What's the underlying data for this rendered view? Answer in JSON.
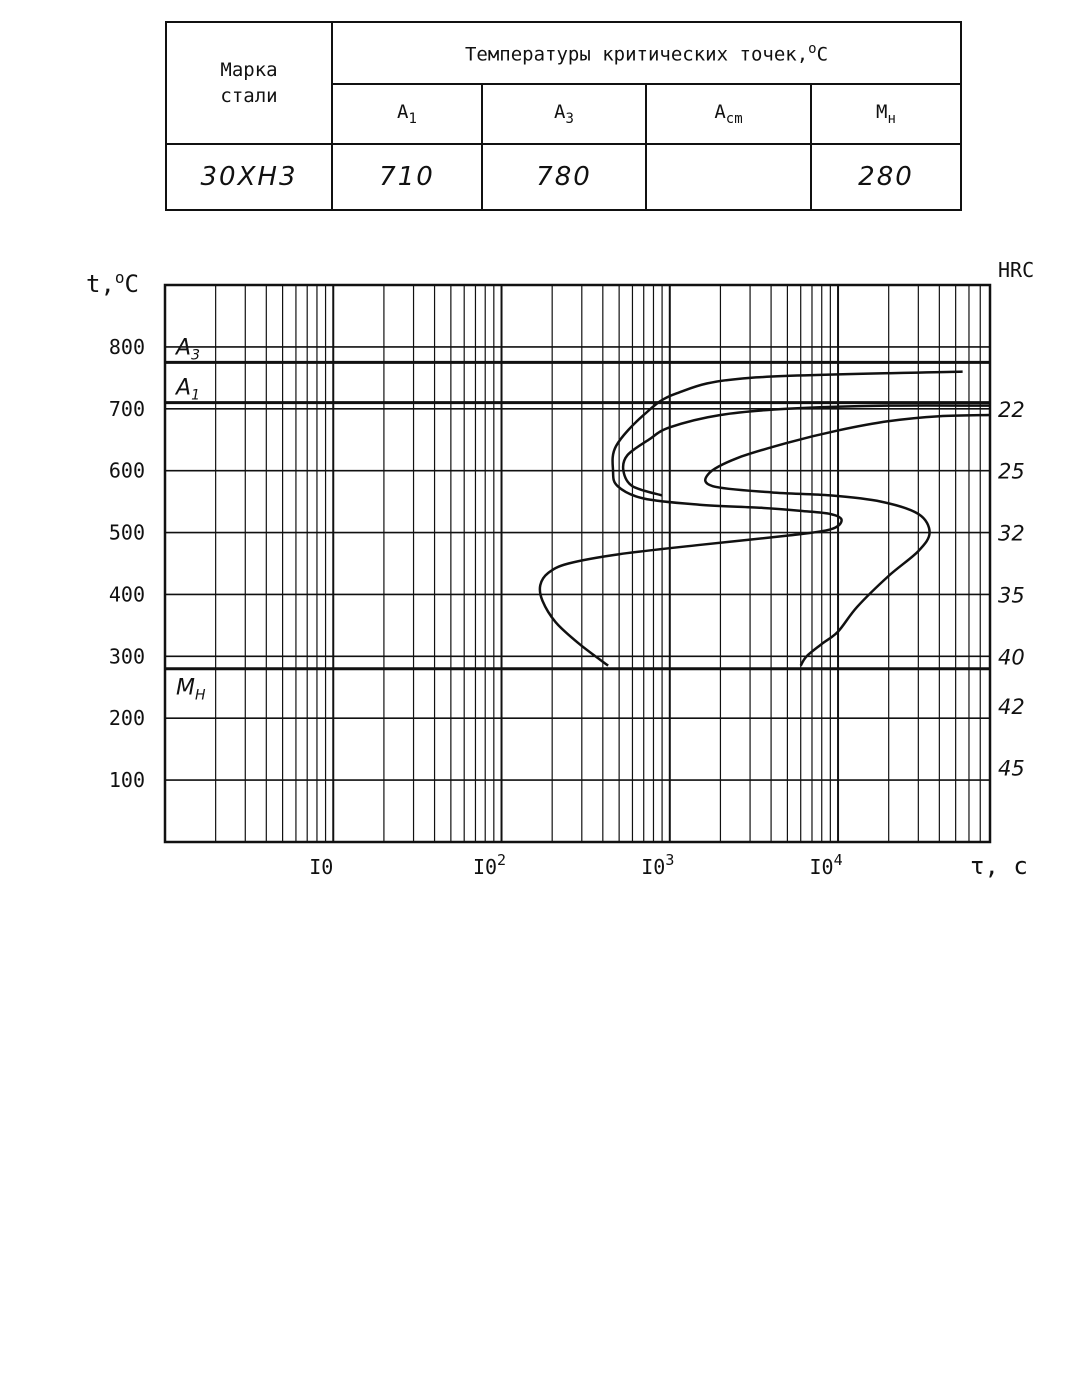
{
  "table": {
    "grade_header_line1": "Марка",
    "grade_header_line2": "стали",
    "temps_header": "Температуры критических точек,",
    "temps_header_unit_sup": "о",
    "temps_header_unit": "С",
    "cols": [
      {
        "main": "А",
        "sub": "1"
      },
      {
        "main": "А",
        "sub": "3"
      },
      {
        "main": "А",
        "sub": "cm"
      },
      {
        "main": "М",
        "sub": "н"
      }
    ],
    "row": {
      "grade": "30ХН3",
      "A1": "710",
      "A3": "780",
      "Acm": "",
      "Mn": "280"
    }
  },
  "chart_data": {
    "type": "line",
    "ylabel": "t,",
    "ylabel_unit_sup": "о",
    "ylabel_unit": "С",
    "xlabel": "τ, с",
    "right_axis_label": "HRC",
    "x_scale": "log",
    "xlim": [
      1,
      80000
    ],
    "ylim": [
      0,
      900
    ],
    "yticks": [
      100,
      200,
      300,
      400,
      500,
      600,
      700,
      800
    ],
    "xticks": [
      {
        "value": 10,
        "label": "I0",
        "sup": ""
      },
      {
        "value": 100,
        "label": "I0",
        "sup": "2"
      },
      {
        "value": 1000,
        "label": "I0",
        "sup": "3"
      },
      {
        "value": 10000,
        "label": "I0",
        "sup": "4"
      }
    ],
    "hlines": [
      {
        "label": "A",
        "sub": "3",
        "y": 775
      },
      {
        "label": "A",
        "sub": "1",
        "y": 710
      },
      {
        "label": "M",
        "sub": "H",
        "y": 280
      }
    ],
    "hrc_labels": [
      {
        "y": 700,
        "text": "22"
      },
      {
        "y": 600,
        "text": "25"
      },
      {
        "y": 500,
        "text": "32"
      },
      {
        "y": 400,
        "text": "35"
      },
      {
        "y": 300,
        "text": "40"
      },
      {
        "y": 220,
        "text": "42"
      },
      {
        "y": 120,
        "text": "45"
      }
    ],
    "grid": true,
    "series": [
      {
        "id": "start-curve",
        "x": [
          55000,
          3000,
          1100,
          700,
          480,
          460,
          490,
          700,
          1500,
          3500,
          6000,
          9000,
          10500,
          9000,
          5000,
          1500,
          500,
          250,
          190,
          170,
          175,
          210,
          290,
          430
        ],
        "y": [
          760,
          750,
          725,
          690,
          640,
          600,
          575,
          555,
          545,
          540,
          535,
          530,
          520,
          505,
          495,
          480,
          465,
          450,
          435,
          415,
          390,
          355,
          320,
          285
        ]
      },
      {
        "id": "end-curve",
        "x": [
          80000,
          40000,
          20000,
          10000,
          5000,
          2500,
          1700,
          1800,
          4000,
          9000,
          18000,
          30000,
          35000,
          30000,
          20000,
          13000,
          10000,
          8000,
          6500,
          6000
        ],
        "y": [
          690,
          688,
          680,
          665,
          645,
          620,
          595,
          575,
          565,
          560,
          550,
          530,
          500,
          470,
          430,
          380,
          340,
          320,
          300,
          285
        ]
      },
      {
        "id": "upper-middle-curve",
        "x": [
          80000,
          20000,
          5000,
          2000,
          1000,
          750,
          560,
          530,
          600,
          900
        ],
        "y": [
          705,
          705,
          700,
          690,
          670,
          650,
          625,
          600,
          575,
          560
        ]
      }
    ]
  }
}
